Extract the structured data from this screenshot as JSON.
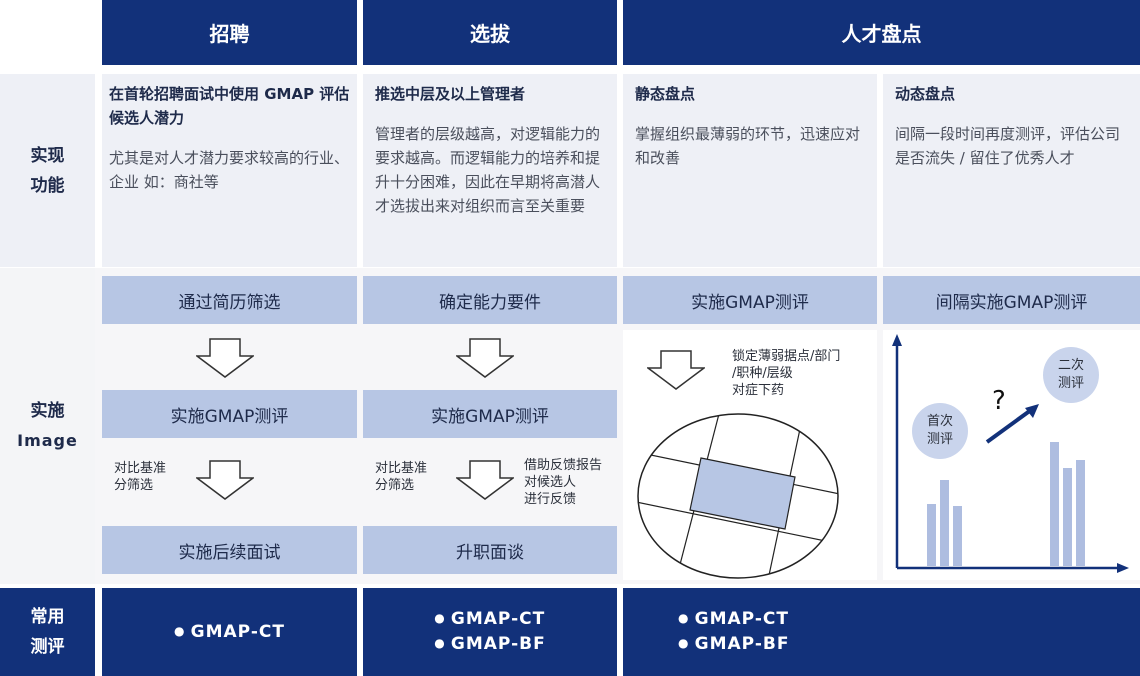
{
  "headers": {
    "recruit": "招聘",
    "select": "选拔",
    "review": "人才盘点"
  },
  "rows": {
    "function": [
      "实现",
      "功能"
    ],
    "image": [
      "实施",
      "Image"
    ],
    "tests": [
      "常用",
      "测评"
    ]
  },
  "functions": {
    "recruit": {
      "title": "在首轮招聘面试中使用 GMAP 评估候选人潜力",
      "text": "尤其是对人才潜力要求较高的行业、企业 如：商社等"
    },
    "select": {
      "title": "推选中层及以上管理者",
      "text": "管理者的层级越高，对逻辑能力的要求越高。而逻辑能力的培养和提升十分困难，因此在早期将高潜人才选拔出来对组织而言至关重要"
    },
    "static": {
      "title": "静态盘点",
      "text": "掌握组织最薄弱的环节，迅速应对和改善"
    },
    "dynamic": {
      "title": "动态盘点",
      "text": "间隔一段时间再度测评，评估公司是否流失 / 留住了优秀人才"
    }
  },
  "image": {
    "recruit": {
      "step1": "通过简历筛选",
      "step2": "实施GMAP测评",
      "note": [
        "对比基准",
        "分筛选"
      ],
      "step3": "实施后续面试"
    },
    "select": {
      "step1": "确定能力要件",
      "step2": "实施GMAP测评",
      "note_left": [
        "对比基准",
        "分筛选"
      ],
      "note_right": [
        "借助反馈报告",
        "对候选人",
        "进行反馈"
      ],
      "step3": "升职面谈"
    },
    "static": {
      "step1": "实施GMAP测评",
      "note": [
        "锁定薄弱据点/部门",
        "/职种/层级",
        "对症下药"
      ]
    },
    "dynamic": {
      "step1": "间隔实施GMAP测评",
      "first": [
        "首次",
        "测评"
      ],
      "second": [
        "二次",
        "测评"
      ],
      "question": "?",
      "chart_data": {
        "type": "bar",
        "groups": [
          {
            "values": [
              62,
              86,
              60
            ]
          },
          {
            "values": [
              124,
              98,
              106
            ]
          }
        ]
      }
    }
  },
  "tests": {
    "recruit": [
      "GMAP-CT"
    ],
    "select": [
      "GMAP-CT",
      "GMAP-BF"
    ],
    "review": [
      "GMAP-CT",
      "GMAP-BF"
    ]
  },
  "colors": {
    "navy": "#12317a",
    "step": "#b7c6e4",
    "bar": "#aebde0",
    "bubble": "#c9d4ec"
  }
}
